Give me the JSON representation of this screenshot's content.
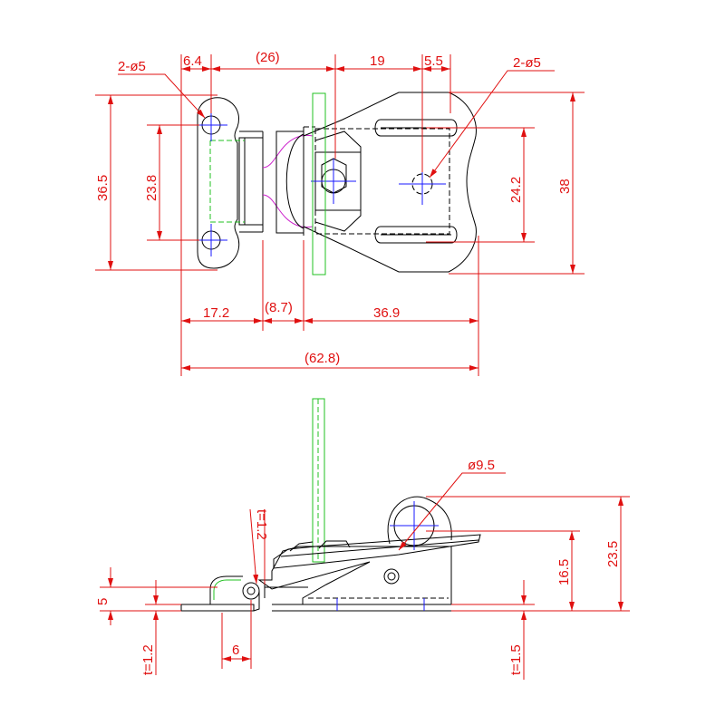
{
  "colors": {
    "outline": "#000000",
    "dimension": "#e01010",
    "centerline": "#1a1aff",
    "phantom": "#22c022",
    "hook": "#cc22cc"
  },
  "top_view": {
    "hole_left": "2-ø5",
    "hole_right": "2-ø5",
    "dim_6_4": "6.4",
    "dim_26": "(26)",
    "dim_19": "19",
    "dim_5_5": "5.5",
    "dim_36_5": "36.5",
    "dim_23_8": "23.8",
    "dim_24_2": "24.2",
    "dim_38": "38",
    "dim_17_2": "17.2",
    "dim_8_7": "(8.7)",
    "dim_36_9": "36.9",
    "dim_62_8": "(62.8)"
  },
  "side_view": {
    "dim_dia_9_5": "ø9.5",
    "dim_t_1_2_top": "t=1.2",
    "dim_5": "5",
    "dim_t_1_2_bottom": "t=1.2",
    "dim_6": "6",
    "dim_16_5": "16.5",
    "dim_23_5": "23.5",
    "dim_t_1_5": "t=1.5"
  }
}
